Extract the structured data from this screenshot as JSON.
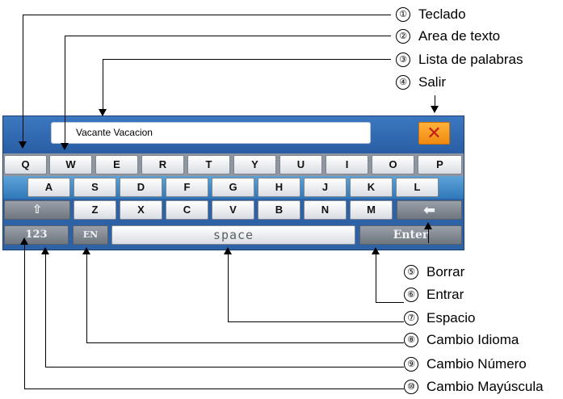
{
  "legend": [
    {
      "num": "①",
      "label": "Teclado"
    },
    {
      "num": "②",
      "label": "Area de texto"
    },
    {
      "num": "③",
      "label": "Lista de palabras"
    },
    {
      "num": "④",
      "label": "Salir"
    },
    {
      "num": "⑤",
      "label": "Borrar"
    },
    {
      "num": "⑥",
      "label": "Entrar"
    },
    {
      "num": "⑦",
      "label": "Espacio"
    },
    {
      "num": "⑧",
      "label": "Cambio Idioma"
    },
    {
      "num": "⑨",
      "label": "Cambio Número"
    },
    {
      "num": "⑩",
      "label": "Cambio Mayúscula"
    }
  ],
  "keyboard": {
    "text_value": "Vacante Vacacion",
    "close_glyph": "✕",
    "row1": [
      "Q",
      "W",
      "E",
      "R",
      "T",
      "Y",
      "U",
      "I",
      "O",
      "P"
    ],
    "row2": [
      "A",
      "S",
      "D",
      "F",
      "G",
      "H",
      "J",
      "K",
      "L"
    ],
    "row3": [
      "Z",
      "X",
      "C",
      "V",
      "B",
      "N",
      "M"
    ],
    "shift_glyph": "⇧",
    "backspace_glyph": "⬅",
    "num_label": "123",
    "lang_label": "EN",
    "space_label": "space",
    "enter_label": "Enter"
  }
}
